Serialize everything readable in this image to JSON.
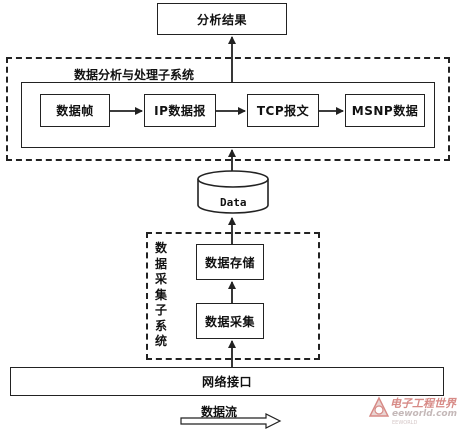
{
  "result_box": {
    "label": "分析结果"
  },
  "analysis_subsystem": {
    "title": "数据分析与处理子系统",
    "stages": [
      {
        "label": "数据帧"
      },
      {
        "label": "IP数据报"
      },
      {
        "label": "TCP报文"
      },
      {
        "label": "MSNP数据"
      }
    ]
  },
  "database": {
    "label": "Data"
  },
  "collection_subsystem": {
    "title": "数据采集子系统",
    "storage_label": "数据存储",
    "collection_label": "数据采集"
  },
  "network_interface": {
    "label": "网络接口"
  },
  "data_stream": {
    "label": "数据流"
  },
  "watermark": {
    "title": "电子工程世界",
    "url": "eeworld.com.cn",
    "sub": "EEWORLD"
  }
}
